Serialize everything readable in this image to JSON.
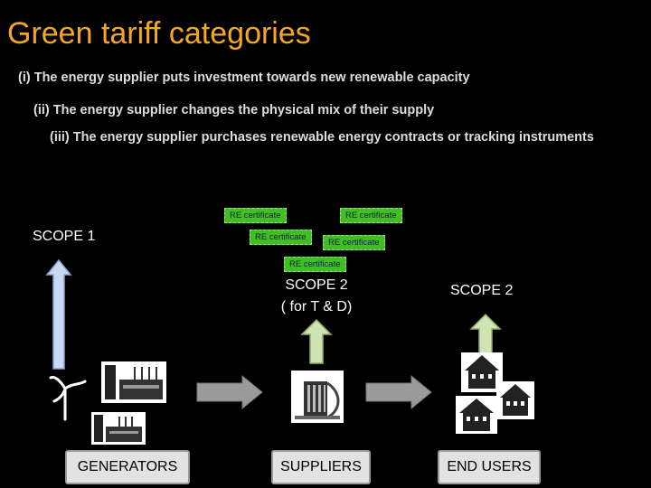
{
  "title": "Green tariff categories",
  "points": [
    "(i) The energy supplier puts investment towards new renewable capacity",
    "(ii) The energy supplier changes the physical mix of their supply",
    "(iii) The energy supplier purchases renewable energy contracts or tracking instruments"
  ],
  "certificates": [
    "RE certificate",
    "RE certificate",
    "RE certificate",
    "RE certificate",
    "RE certificate"
  ],
  "scopes": {
    "scope1": "SCOPE 1",
    "scope2_td_line1": "SCOPE 2",
    "scope2_td_line2": "( for T & D)",
    "scope2": "SCOPE 2"
  },
  "boxes": {
    "generators": "GENERATORS",
    "suppliers": "SUPPLIERS",
    "end_users": "END USERS"
  },
  "colors": {
    "title": "#f5a623",
    "certificate": "#3fbf22",
    "scope1_arrow": "#c9d9f2",
    "scope2_arrow": "#cfe3b4",
    "flow_arrow": "#9a9a9a"
  },
  "icons": [
    "wind-turbine-icon",
    "factory-icon",
    "supplier-building-icon",
    "house-icon"
  ]
}
